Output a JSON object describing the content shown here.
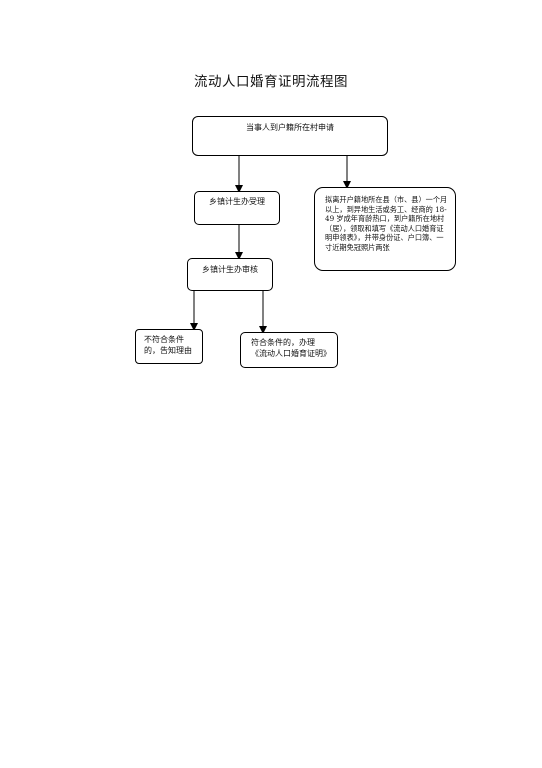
{
  "title": "流动人口婚育证明流程图",
  "nodes": {
    "top": "当事人到户籍所在村申请",
    "accept": "乡镇计生办受理",
    "right": "拟离开户籍地所在县（市、县）一个月以上，到异地生活或务工、经商的 18-49 岁成年育龄热口，到户籍所在地村（居），领取和填写《流动人口婚育证明申领表》，并带身份证、户口簿、一寸近期免冠照片两张",
    "review": "乡镇计生办审核",
    "reject": [
      "不符合条件",
      "的，告知理由"
    ],
    "accept2": [
      "符合条件的，办理",
      "《流动人口婚育证明》"
    ]
  }
}
